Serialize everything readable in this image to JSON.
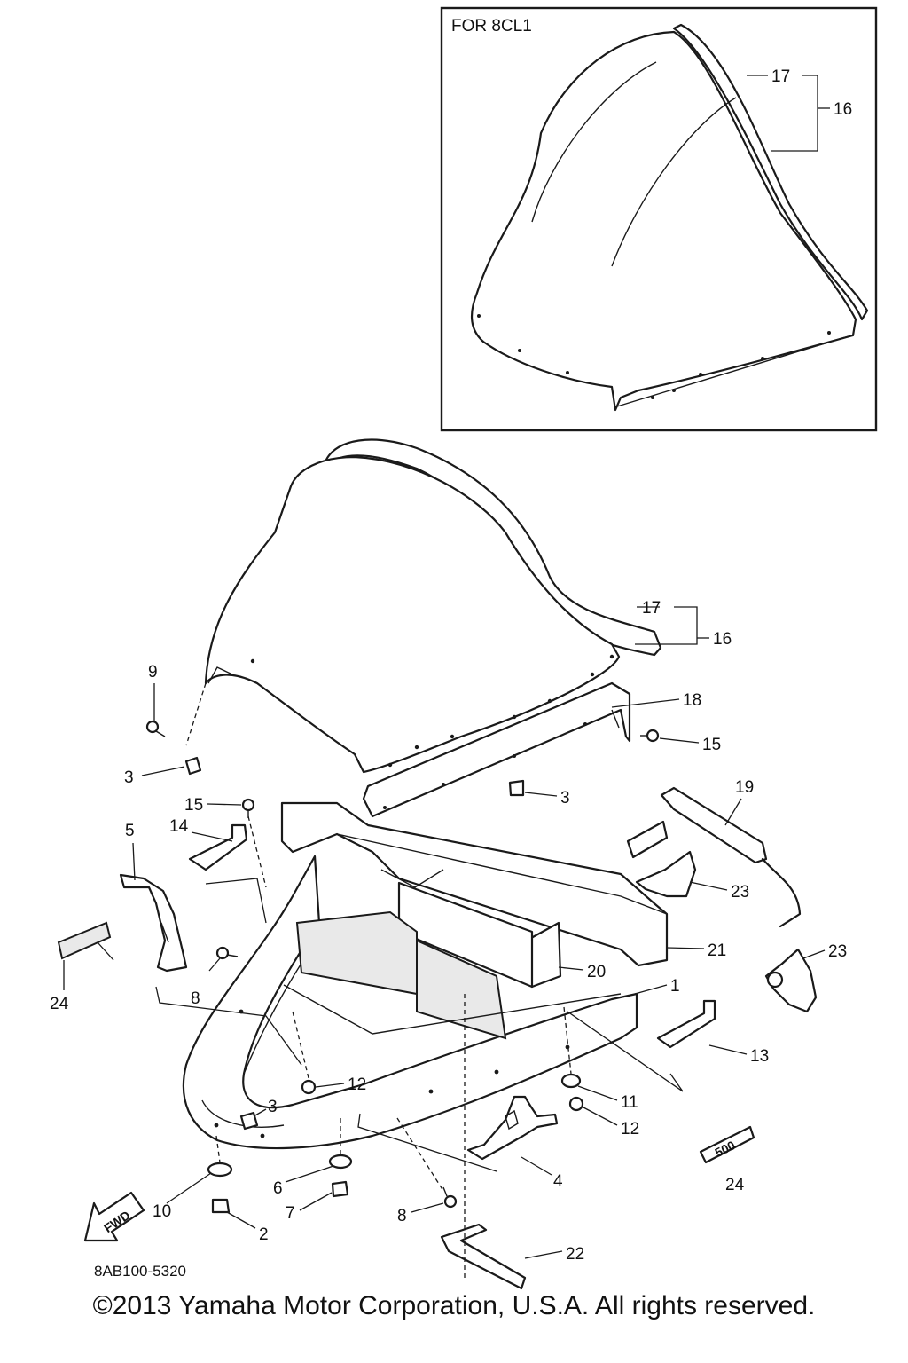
{
  "inset": {
    "label": "FOR 8CL1",
    "callouts": [
      "17",
      "16"
    ]
  },
  "callouts": {
    "c1": "1",
    "c2": "2",
    "c3a": "3",
    "c3b": "3",
    "c3c": "3",
    "c4": "4",
    "c5": "5",
    "c6": "6",
    "c7": "7",
    "c8a": "8",
    "c8b": "8",
    "c9": "9",
    "c10": "10",
    "c11": "11",
    "c12a": "12",
    "c12b": "12",
    "c13": "13",
    "c14": "14",
    "c15a": "15",
    "c15b": "15",
    "c16": "16",
    "c17": "17",
    "c18": "18",
    "c19": "19",
    "c20": "20",
    "c21": "21",
    "c22": "22",
    "c23a": "23",
    "c23b": "23",
    "c24a": "24",
    "c24b": "24"
  },
  "emblem_text": "500",
  "fwd_label": "FWD",
  "diagram_code": "8AB100-5320",
  "copyright": "©2013 Yamaha Motor Corporation, U.S.A. All rights reserved."
}
